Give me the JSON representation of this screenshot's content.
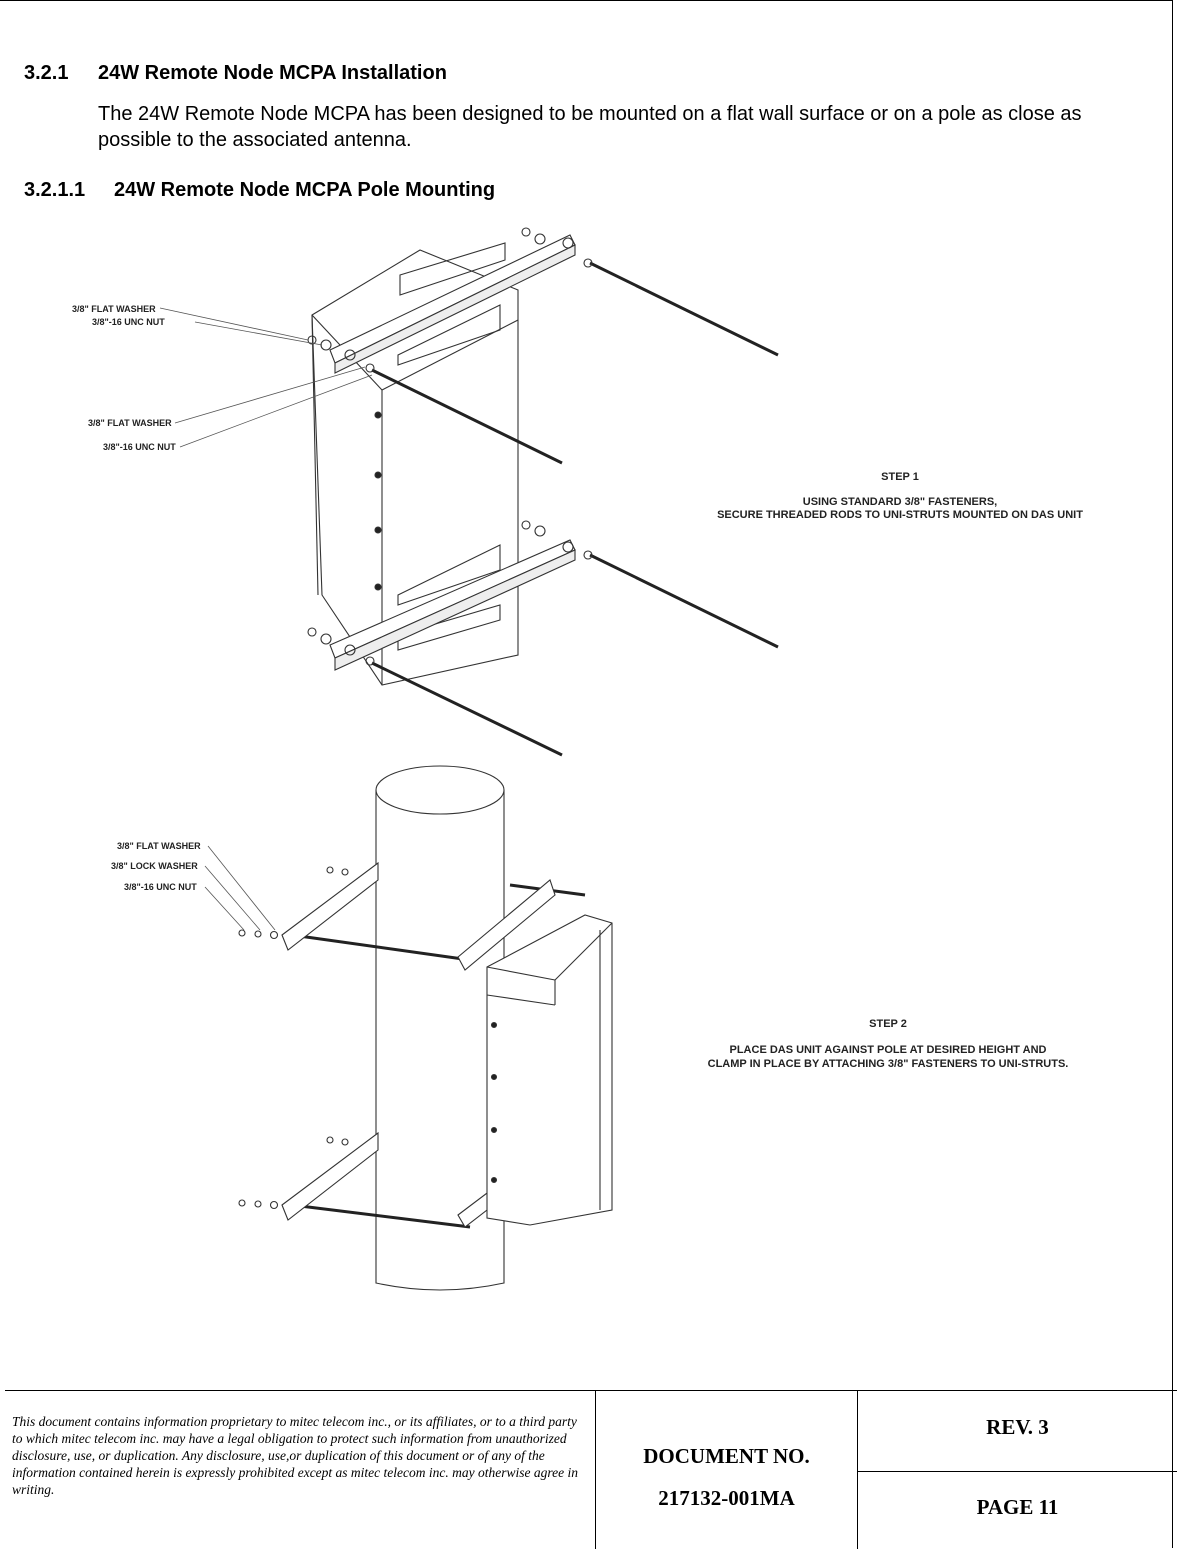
{
  "section": {
    "number": "3.2.1",
    "title": "24W Remote Node MCPA Installation",
    "body": "The 24W Remote Node MCPA has been designed to be mounted on a flat wall surface or on a pole as close as possible to the associated antenna."
  },
  "subsection": {
    "number": "3.2.1.1",
    "title": "24W Remote Node MCPA Pole Mounting"
  },
  "figure": {
    "step1": {
      "labels": [
        "3/8\" FLAT WASHER",
        "3/8\"-16 UNC NUT",
        "3/8\" FLAT WASHER",
        "3/8\"-16 UNC NUT"
      ],
      "title": "STEP 1",
      "line1": "USING STANDARD 3/8\" FASTENERS,",
      "line2": "SECURE THREADED RODS TO UNI-STRUTS MOUNTED ON DAS UNIT"
    },
    "step2": {
      "labels": [
        "3/8\" FLAT WASHER",
        "3/8\" LOCK WASHER",
        "3/8\"-16 UNC NUT"
      ],
      "title": "STEP 2",
      "line1": "PLACE DAS UNIT AGAINST POLE AT DESIRED HEIGHT AND",
      "line2": "CLAMP IN PLACE BY ATTACHING 3/8\" FASTENERS TO UNI-STRUTS."
    }
  },
  "footer": {
    "legal": "This document contains information proprietary to mitec telecom inc., or its affiliates, or to a third party to which mitec telecom inc. may have a legal obligation to protect such information from unauthorized disclosure, use, or duplication. Any disclosure, use,or duplication of this document or of any of the information contained herein is expressly prohibited except as mitec telecom inc. may otherwise agree in writing.",
    "doc_label": "DOCUMENT NO.",
    "doc_number": "217132-001MA",
    "rev": "REV. 3",
    "page": "PAGE 11"
  }
}
